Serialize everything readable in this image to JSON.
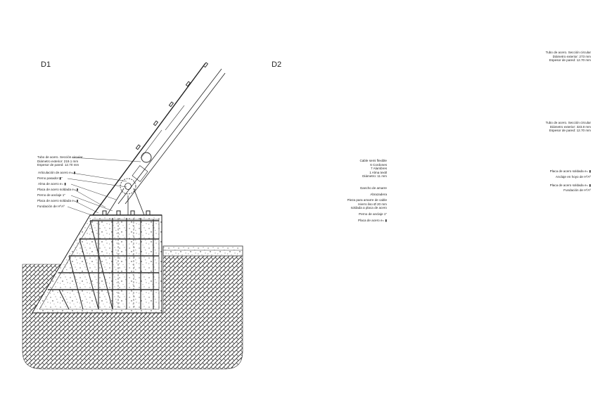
{
  "drawings": [
    {
      "id": "D1",
      "title": "D1",
      "annotations": [
        {
          "lines": [
            "Tubo de acero. Sección circular",
            "Diámetro exterior: 219.1 mm",
            "Espesor de pared: 12.70 mm"
          ]
        },
        {
          "lines": [
            "Articulación de acero e= ▮"
          ]
        },
        {
          "lines": [
            "Perno pasador ▮\""
          ]
        },
        {
          "lines": [
            "Alma de acero e= ▮"
          ]
        },
        {
          "lines": [
            "Placa de acero soldada e= ▮"
          ]
        },
        {
          "lines": [
            "Perno de anclaje 1\""
          ]
        },
        {
          "lines": [
            "Placa de acero soldada e= ▮"
          ]
        },
        {
          "lines": [
            "Fundación de HºAº"
          ]
        }
      ]
    },
    {
      "id": "D2",
      "title": "D2",
      "annotations_left": [
        {
          "lines": [
            "Cable semi flexible",
            "6 Cordones",
            "7 Alambres",
            "1 Alma textil",
            "Diámetro: 11 mm"
          ]
        },
        {
          "lines": [
            "Gancho de amarre"
          ]
        },
        {
          "lines": [
            "Abrazadera"
          ]
        },
        {
          "lines": [
            "Pieza para amarre de cable",
            "Hierro liso Ø 20 mm",
            "soldada a placa de acero"
          ]
        },
        {
          "lines": [
            "Perno de anclaje 1\""
          ]
        },
        {
          "lines": [
            "Placa de acero e= ▮"
          ]
        }
      ],
      "annotations_right": [
        {
          "lines": [
            "Tubo de acero. Sección circular",
            "Diámetro exterior: 273 mm",
            "Espesor de pared: 12.70 mm"
          ]
        },
        {
          "lines": [
            "Tubo de acero. Sección circular",
            "Diámetro exterior: 323.8 mm",
            "Espesor de pared: 12.70 mm"
          ]
        },
        {
          "lines": [
            "Placa de acero soldada e= ▮"
          ]
        },
        {
          "lines": [
            "Anclaje en hoyo de HºAº"
          ]
        },
        {
          "lines": [
            "Placa de acero soldada e= ▮"
          ]
        },
        {
          "lines": [
            "Fundación de HºAº"
          ]
        }
      ]
    }
  ],
  "colors": {
    "line": "#222222",
    "soil_hatch": "#555555",
    "background": "#ffffff"
  }
}
